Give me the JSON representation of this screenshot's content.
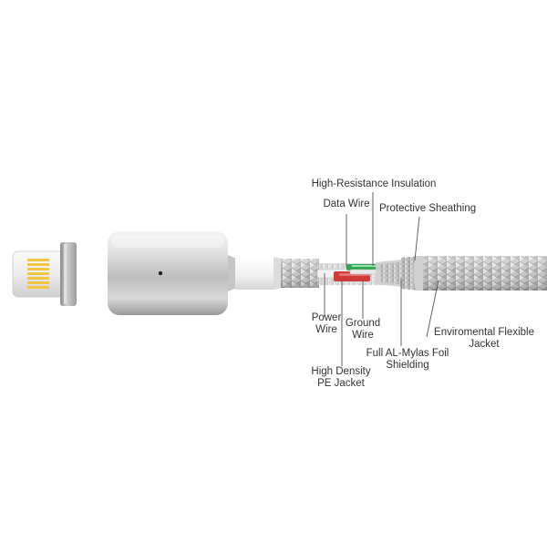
{
  "labels": {
    "high_resistance_insulation": "High-Resistance Insulation",
    "data_wire": "Data Wire",
    "protective_sheathing": "Protective Sheathing",
    "power_wire": [
      "Power",
      "Wire"
    ],
    "ground_wire": [
      "Ground",
      "Wire"
    ],
    "foil_shielding": [
      "Full AL-Mylas Foil",
      "Shielding"
    ],
    "flexible_jacket": [
      "Enviromental Flexible",
      "Jacket"
    ],
    "pe_jacket": [
      "High Density",
      "PE Jacket"
    ]
  },
  "colors": {
    "braid": "#c9c9c9",
    "connector_body": "#d6d6d6",
    "gold_pins": "#f2c542",
    "data_wire": "#2fa84f",
    "power_wire": "#d23a3a",
    "foil": "#b8b8b8",
    "leader_line": "#555555"
  }
}
